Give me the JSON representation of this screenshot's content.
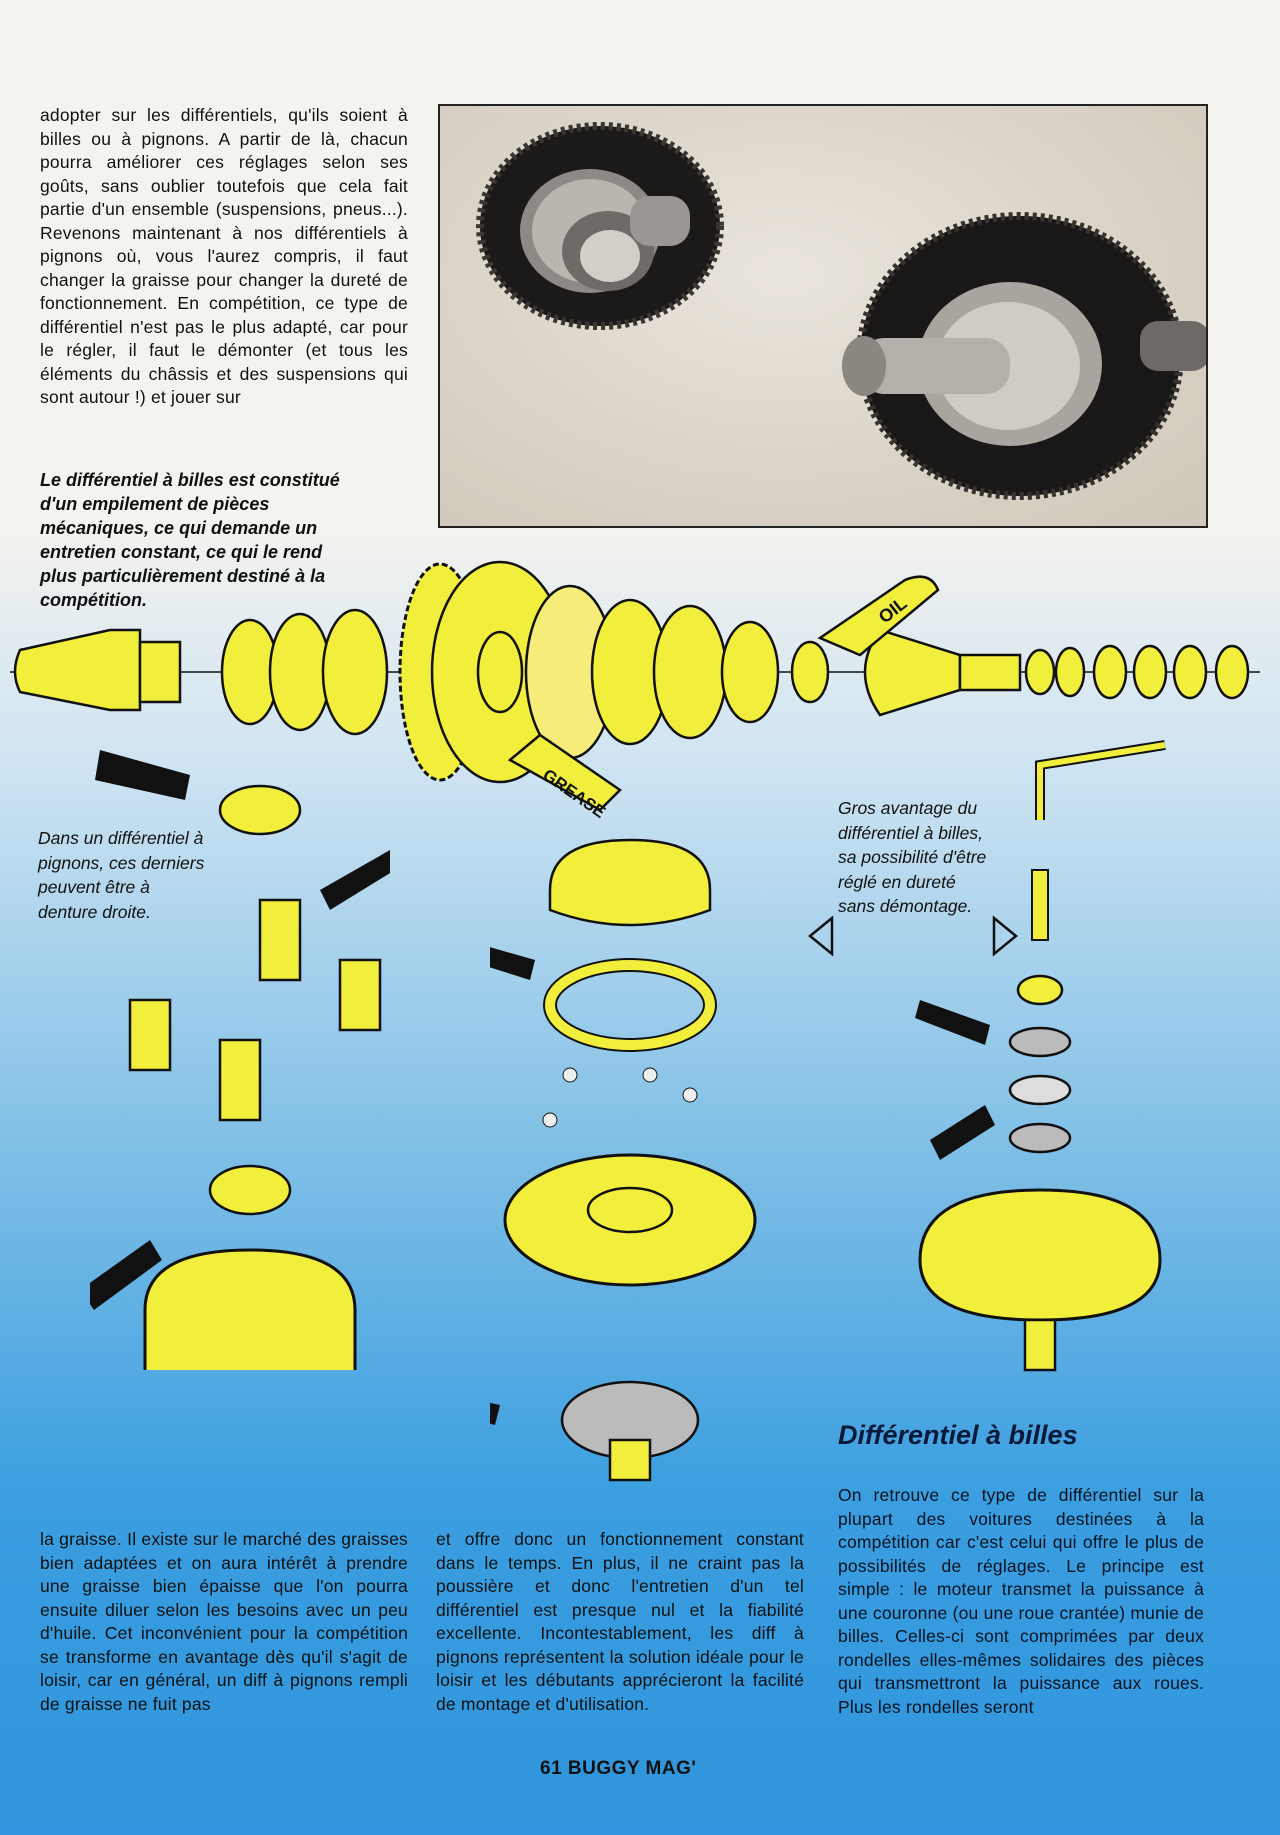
{
  "text_top_left": "adopter sur les différentiels, qu'ils soient à billes ou à pignons. A partir de là, chacun pourra améliorer ces réglages selon ses goûts, sans oublier toutefois que cela fait partie d'un ensemble (suspensions, pneus...). Revenons maintenant à nos différentiels à pignons où, vous l'aurez compris, il faut changer la graisse pour changer la dureté de fonctionnement. En compétition, ce type de différentiel n'est pas le plus adapté, car pour le régler, il faut le démonter (et tous les éléments du châssis et des suspensions qui sont autour !) et jouer sur",
  "caption_ball_diff": "Le différentiel à billes est constitué d'un empilement de pièces mécaniques, ce qui demande un entretien constant, ce qui le rend plus particulièrement destiné à la compétition.",
  "caption_gear_diff": "Dans un différentiel à pignons, ces derniers peuvent être à denture droite.",
  "caption_advantage": "Gros avantage du différentiel à billes, sa possibilité d'être réglé en dureté sans démontage.",
  "label_oil": "OIL",
  "label_grease": "GREASE",
  "text_bottom_col1": "la graisse. Il existe sur le marché des graisses bien adaptées et on aura intérêt à prendre une graisse bien épaisse que l'on pourra ensuite diluer selon les besoins avec un peu d'huile. Cet inconvénient pour la compétition se transforme en avantage dès qu'il s'agit de loisir, car en général, un diff à pignons rempli de graisse ne fuit pas",
  "text_bottom_col2": "et offre donc un fonctionnement constant dans le temps. En plus, il ne craint pas la poussière et donc l'entretien d'un tel différentiel est presque nul et la fiabilité excellente. Incontestablement, les diff à pignons représentent la solution idéale pour le loisir et les débutants apprécieront la facilité de montage et d'utilisation.",
  "heading_ball_diff": "Différentiel à billes",
  "text_bottom_col3": "On retrouve ce type de différentiel sur la plupart des voitures destinées à la compétition car c'est celui qui offre le plus de possibilités de réglages. Le principe est simple : le moteur transmet la puissance à une couronne (ou une roue crantée) munie de billes. Celles-ci sont comprimées par deux rondelles elles-mêmes solidaires des pièces qui transmettront la puissance aux roues. Plus les rondelles seront",
  "footer": "61  BUGGY MAG'",
  "colors": {
    "part_yellow": "#f2ee3c",
    "outline": "#111111",
    "sky_blue": "#2f95dc"
  }
}
